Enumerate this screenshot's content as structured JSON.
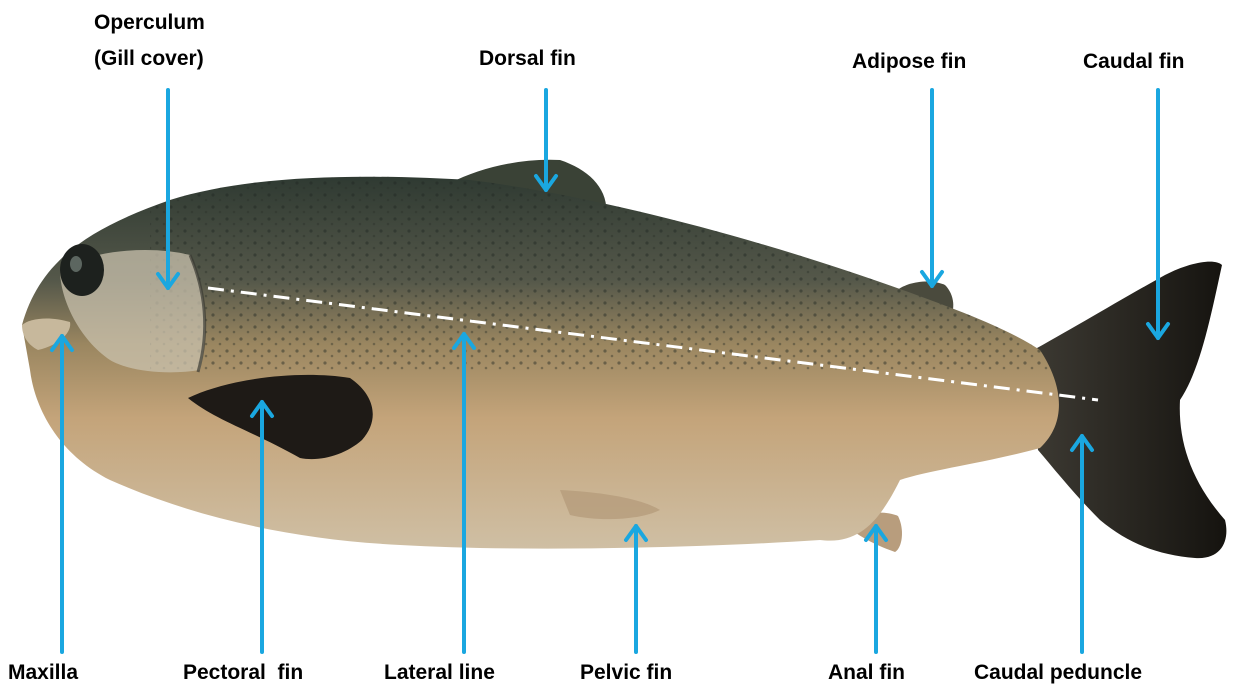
{
  "diagram": {
    "colors": {
      "arrow": "#1aa7e0",
      "lateral_line": "#ffffff",
      "label_text": "#000000"
    },
    "labels": {
      "operculum_line1": "Operculum",
      "operculum_line2": "(Gill cover)",
      "dorsal_fin": "Dorsal fin",
      "adipose_fin": "Adipose fin",
      "caudal_fin": "Caudal fin",
      "maxilla": "Maxilla",
      "pectoral_fin": "Pectoral  fin",
      "lateral_line": "Lateral line",
      "pelvic_fin": "Pelvic fin",
      "anal_fin": "Anal fin",
      "caudal_peduncle": "Caudal peduncle"
    }
  }
}
